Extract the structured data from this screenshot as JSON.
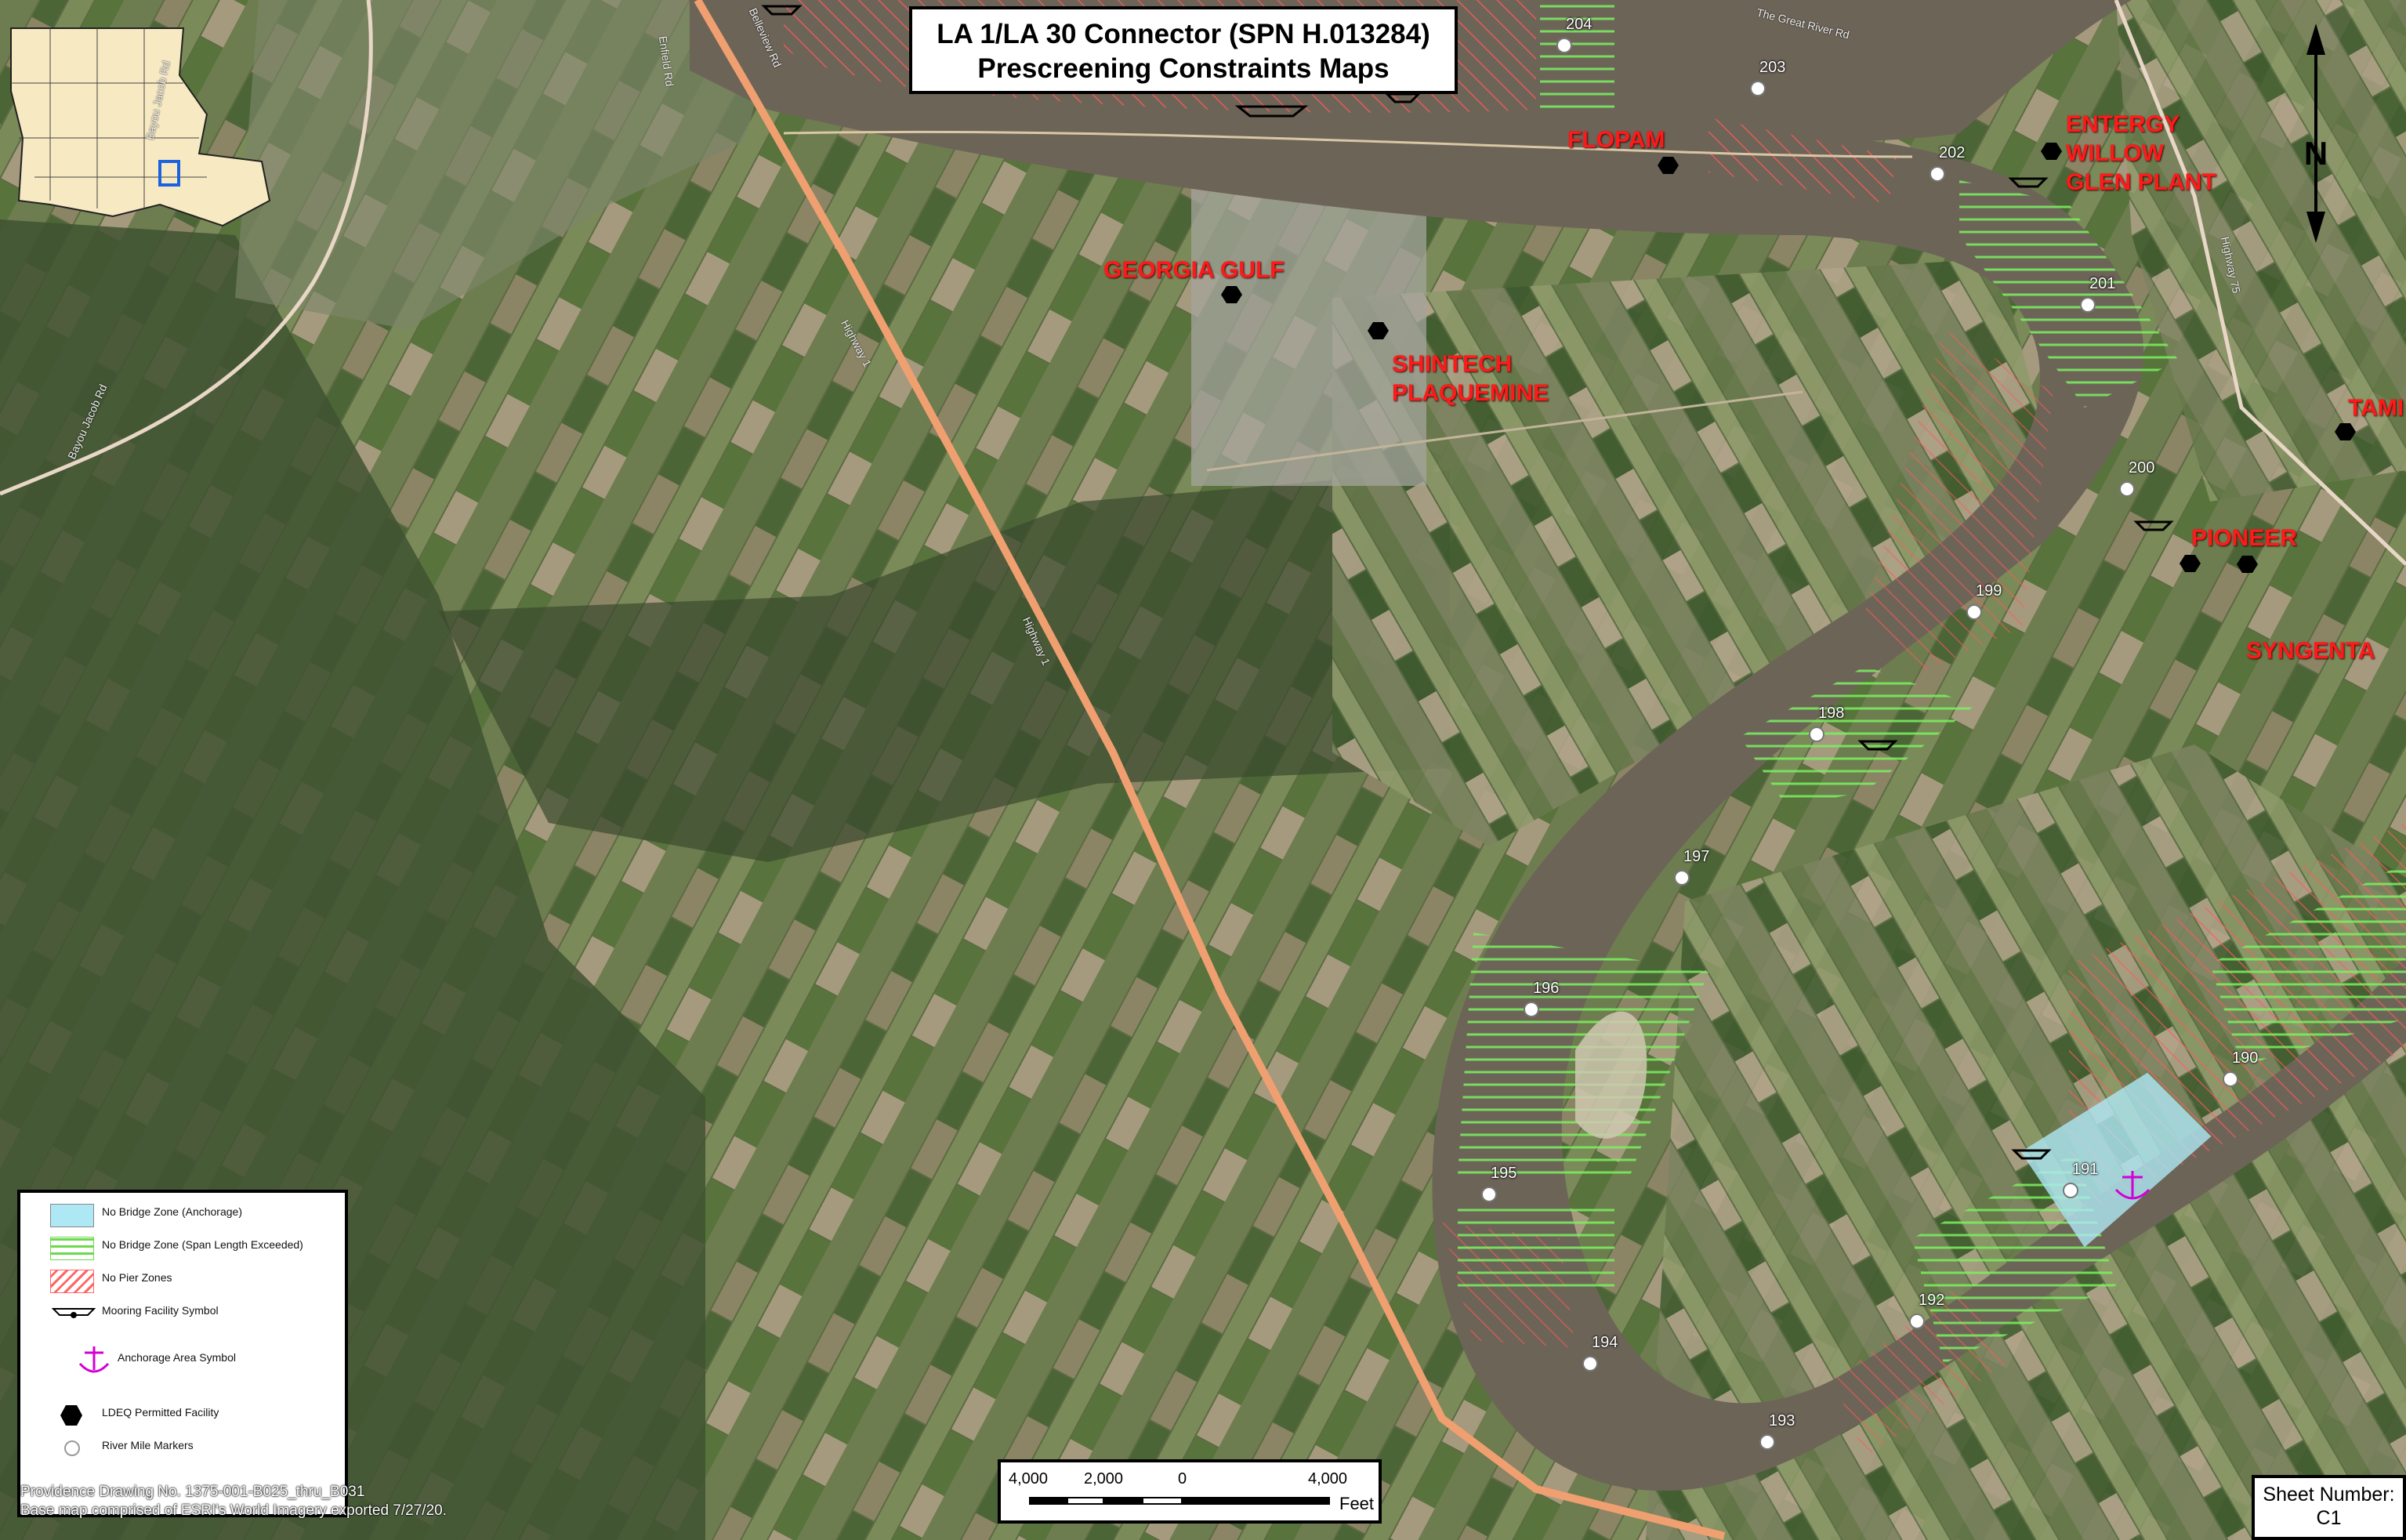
{
  "title": {
    "line1": "LA 1/LA 30 Connector (SPN H.013284)",
    "line2": "Prescreening Constraints Maps"
  },
  "facilities": [
    {
      "id": "flopam",
      "label": "FLOPAM"
    },
    {
      "id": "entergy",
      "label_lines": [
        "ENTERGY",
        "WILLOW",
        "GLEN PLANT"
      ]
    },
    {
      "id": "georgia-gulf",
      "label": "GEORGIA GULF"
    },
    {
      "id": "shintech",
      "label_lines": [
        "SHINTECH",
        "PLAQUEMINE"
      ]
    },
    {
      "id": "pioneer",
      "label": "PIONEER"
    },
    {
      "id": "syngenta",
      "label": "SYNGENTA"
    },
    {
      "id": "tami",
      "label": "TAMI"
    }
  ],
  "river_mile_markers": [
    "204",
    "203",
    "202",
    "201",
    "200",
    "199",
    "198",
    "197",
    "196",
    "195",
    "194",
    "193",
    "192",
    "191",
    "190"
  ],
  "road_labels": [
    "Highway 1",
    "Highway 1",
    "Highway 75",
    "The Great River Rd",
    "Bayou Jacob Rd",
    "Bayou Jacob Rd",
    "Belleview Rd",
    "Enfield Rd"
  ],
  "legend": {
    "items": [
      {
        "label": "No Bridge Zone (Anchorage)",
        "color": "#aee8f5"
      },
      {
        "label": "No Bridge Zone (Span Length Exceeded)",
        "color": "#6bd94c"
      },
      {
        "label": "No Pier Zones",
        "color": "#ff6666"
      },
      {
        "label": "Mooring Facility Symbol"
      },
      {
        "label": "Anchorage Area Symbol",
        "color": "#d400d4"
      },
      {
        "label": "LDEQ Permitted Facility"
      },
      {
        "label": "River Mile Markers"
      }
    ]
  },
  "credits": {
    "line1": "Providence Drawing No. 1375-001-B025_thru_B031",
    "line2": "Base map comprised of ESRI's World Imagery exported 7/27/20."
  },
  "scale_bar": {
    "labels": [
      "4,000",
      "2,000",
      "0",
      "4,000"
    ],
    "unit": "Feet"
  },
  "sheet": {
    "label": "Sheet Number:",
    "number": "C1"
  },
  "north_arrow": {
    "label": "N"
  },
  "colors": {
    "label_red": "#ff1a1a",
    "river": "#6d6458",
    "no_pier": "#ff5a5a",
    "span_exceeded": "#6bd94c",
    "anchorage": "#aee8f5",
    "highway": "#f0a070"
  }
}
